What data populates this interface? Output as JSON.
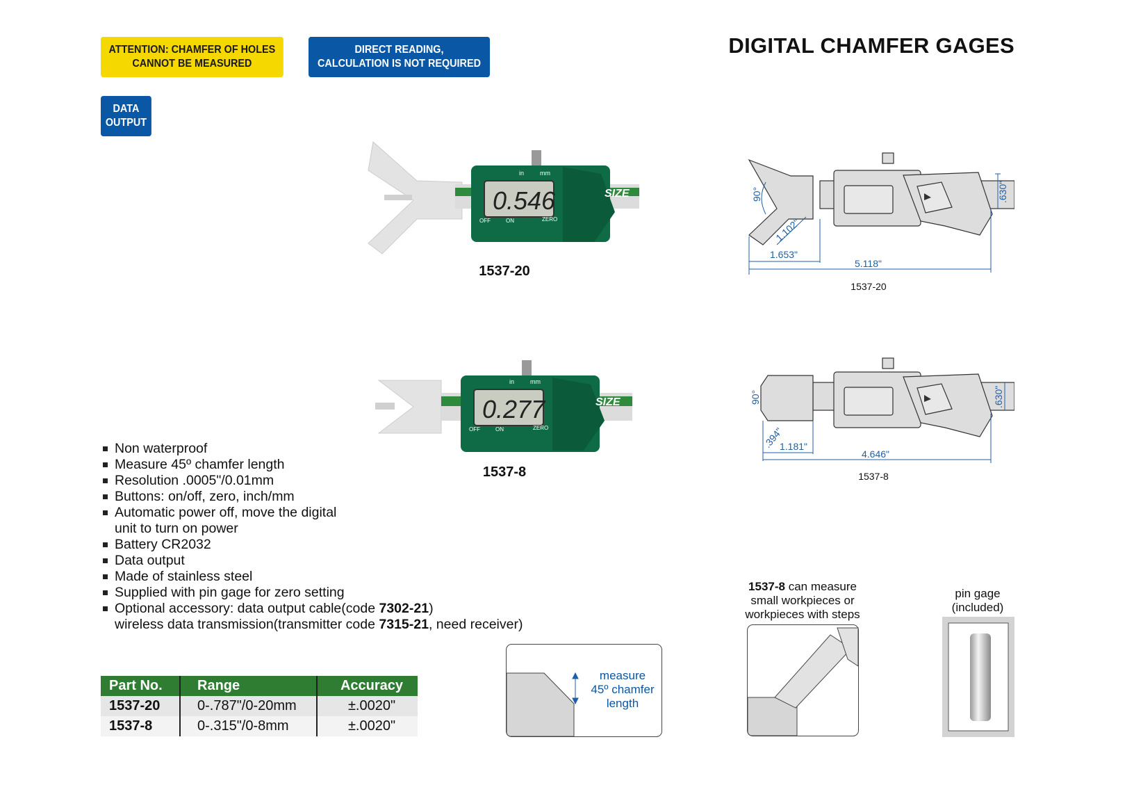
{
  "badges": {
    "attention": [
      "ATTENTION: CHAMFER OF HOLES",
      "CANNOT BE MEASURED"
    ],
    "direct": [
      "DIRECT READING,",
      "CALCULATION IS NOT REQUIRED"
    ],
    "data_output": [
      "DATA",
      "OUTPUT"
    ]
  },
  "title": "DIGITAL CHAMFER GAGES",
  "products": [
    {
      "label": "1537-20",
      "display": "0.546",
      "brand": "SIZE",
      "unit_in": "in",
      "unit_mm": "mm",
      "off": "OFF",
      "on": "ON",
      "zero": "ZERO"
    },
    {
      "label": "1537-8",
      "display": "0.277",
      "brand": "SIZE",
      "unit_in": "in",
      "unit_mm": "mm",
      "off": "OFF",
      "on": "ON",
      "zero": "ZERO"
    }
  ],
  "drawings": [
    {
      "caption": "1537-20",
      "angle": "90°",
      "d1": "1.102\"",
      "d2": "1.653\"",
      "d3": "5.118\"",
      "h": ".630\""
    },
    {
      "caption": "1537-8",
      "angle": "90°",
      "d1": ".394\"",
      "d2": "1.181\"",
      "d3": "4.646\"",
      "h": ".630\""
    }
  ],
  "features": [
    "Non waterproof",
    "Measure 45º chamfer length",
    "Resolution .0005\"/0.01mm",
    "Buttons: on/off, zero, inch/mm",
    "Automatic power off, move the digital",
    "unit to turn on power",
    "Battery CR2032",
    "Data output",
    "Made of stainless steel",
    "Supplied with pin gage for zero setting"
  ],
  "accessory": {
    "line1_pre": "Optional accessory: data output cable(code ",
    "line1_code": "7302-21",
    "line1_post": ")",
    "line2_pre": "wireless data transmission(transmitter code ",
    "line2_code": "7315-21",
    "line2_post": ", need receiver)"
  },
  "table": {
    "headers": [
      "Part No.",
      "Range",
      "Accuracy"
    ],
    "rows": [
      [
        "1537-20",
        "0-.787\"/0-20mm",
        "±.0020\""
      ],
      [
        "1537-8",
        "0-.315\"/0-8mm",
        "±.0020\""
      ]
    ]
  },
  "chamfer_note": [
    "measure",
    "45º chamfer",
    "length"
  ],
  "step_note": {
    "bold": "1537-8",
    "rest1": " can measure",
    "line2": "small workpieces or",
    "line3": "workpieces with steps"
  },
  "pin_gage": [
    "pin gage",
    "(included)"
  ],
  "colors": {
    "green": "#2e7d32",
    "blue": "#0a57a6",
    "yellow": "#f5d800",
    "dim": "#1f5fa8"
  }
}
